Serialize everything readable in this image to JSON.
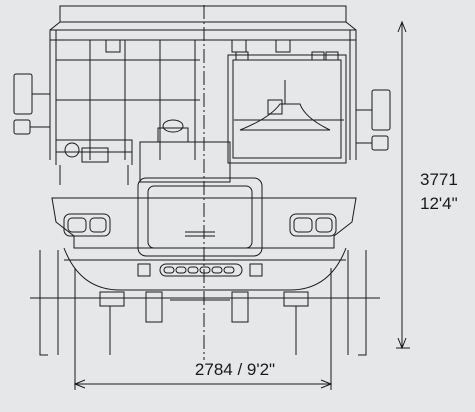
{
  "dimensions": {
    "height_mm": "3771",
    "height_ft": "12'4\"",
    "width_label": "2784 / 9'2\""
  },
  "colors": {
    "background": "#e6e7e8",
    "line": "#1a1a1a"
  }
}
